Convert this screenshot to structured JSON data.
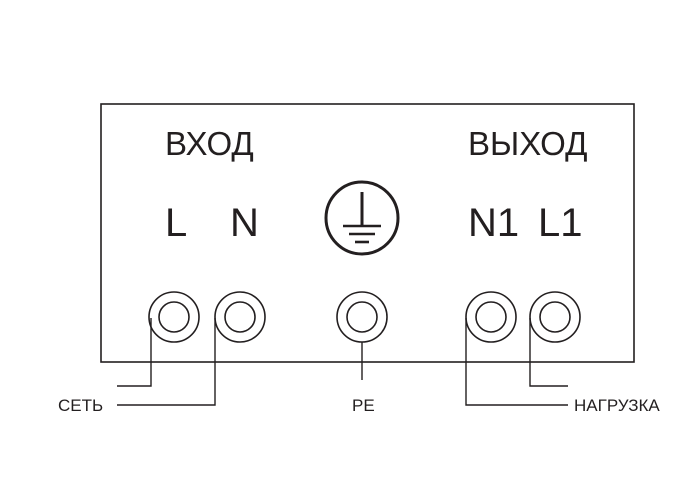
{
  "panel": {
    "input_label": "ВХОД",
    "output_label": "ВЫХОД"
  },
  "terminals": {
    "l": "L",
    "n": "N",
    "n1": "N1",
    "l1": "L1"
  },
  "wires": {
    "mains": "СЕТЬ",
    "pe": "PE",
    "load": "НАГРУЗКА"
  },
  "icons": {
    "ground": "protective-earth-symbol"
  },
  "colors": {
    "line": "#231f20",
    "background": "#ffffff"
  }
}
